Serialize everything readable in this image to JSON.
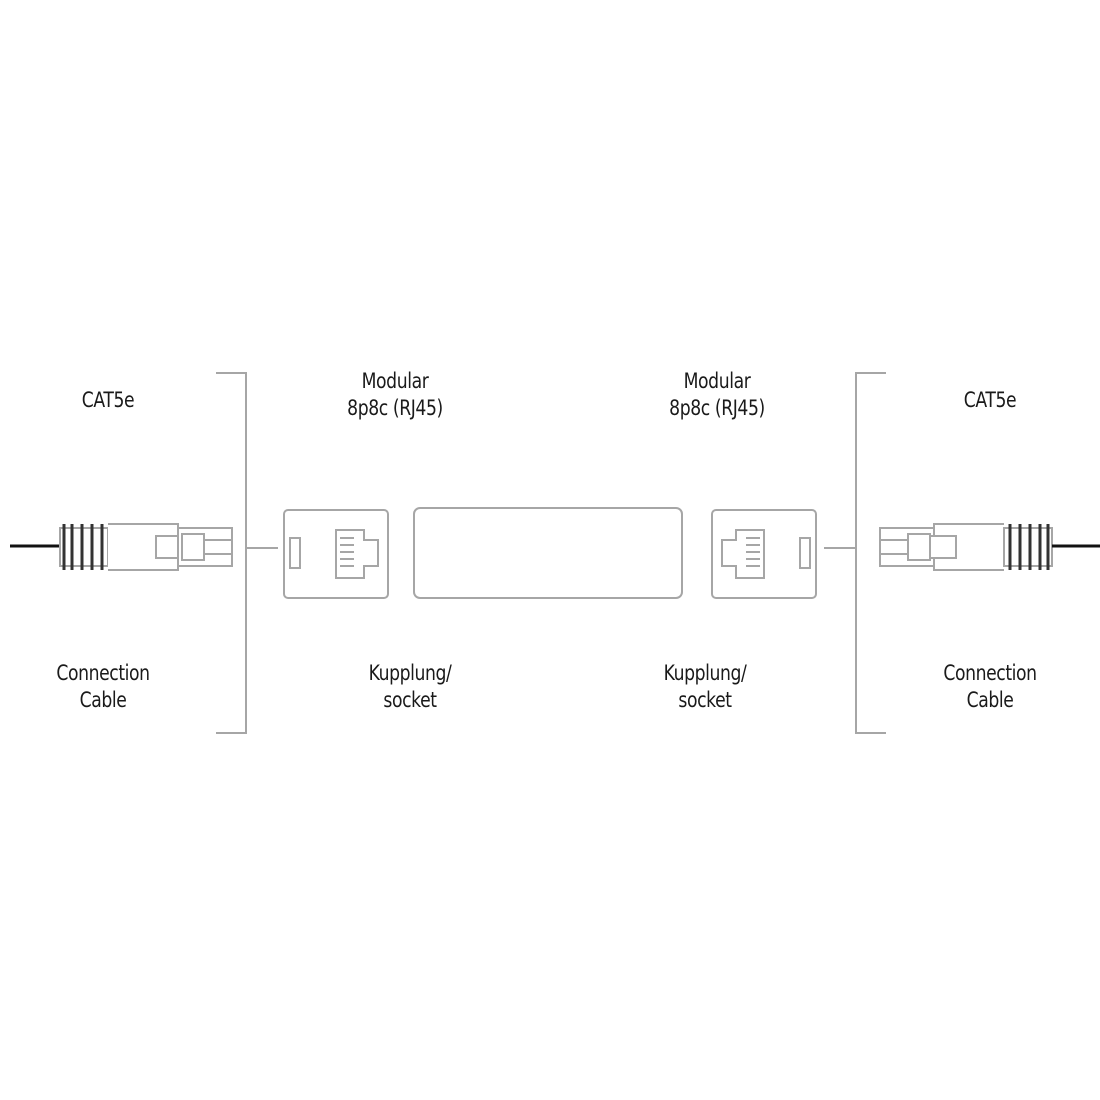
{
  "colors": {
    "outline": "#a6a6a6",
    "cable": "#111111",
    "text": "#1a1a1a",
    "background": "#ffffff"
  },
  "left": {
    "category": "CAT5e",
    "caption_line1": "Connection",
    "caption_line2": "Cable"
  },
  "right": {
    "category": "CAT5e",
    "caption_line1": "Connection",
    "caption_line2": "Cable"
  },
  "coupler": {
    "left_top_line1": "Modular",
    "left_top_line2": "8p8c (RJ45)",
    "right_top_line1": "Modular",
    "right_top_line2": "8p8c (RJ45)",
    "left_bottom_line1": "Kupplung/",
    "left_bottom_line2": "socket",
    "right_bottom_line1": "Kupplung/",
    "right_bottom_line2": "socket"
  }
}
